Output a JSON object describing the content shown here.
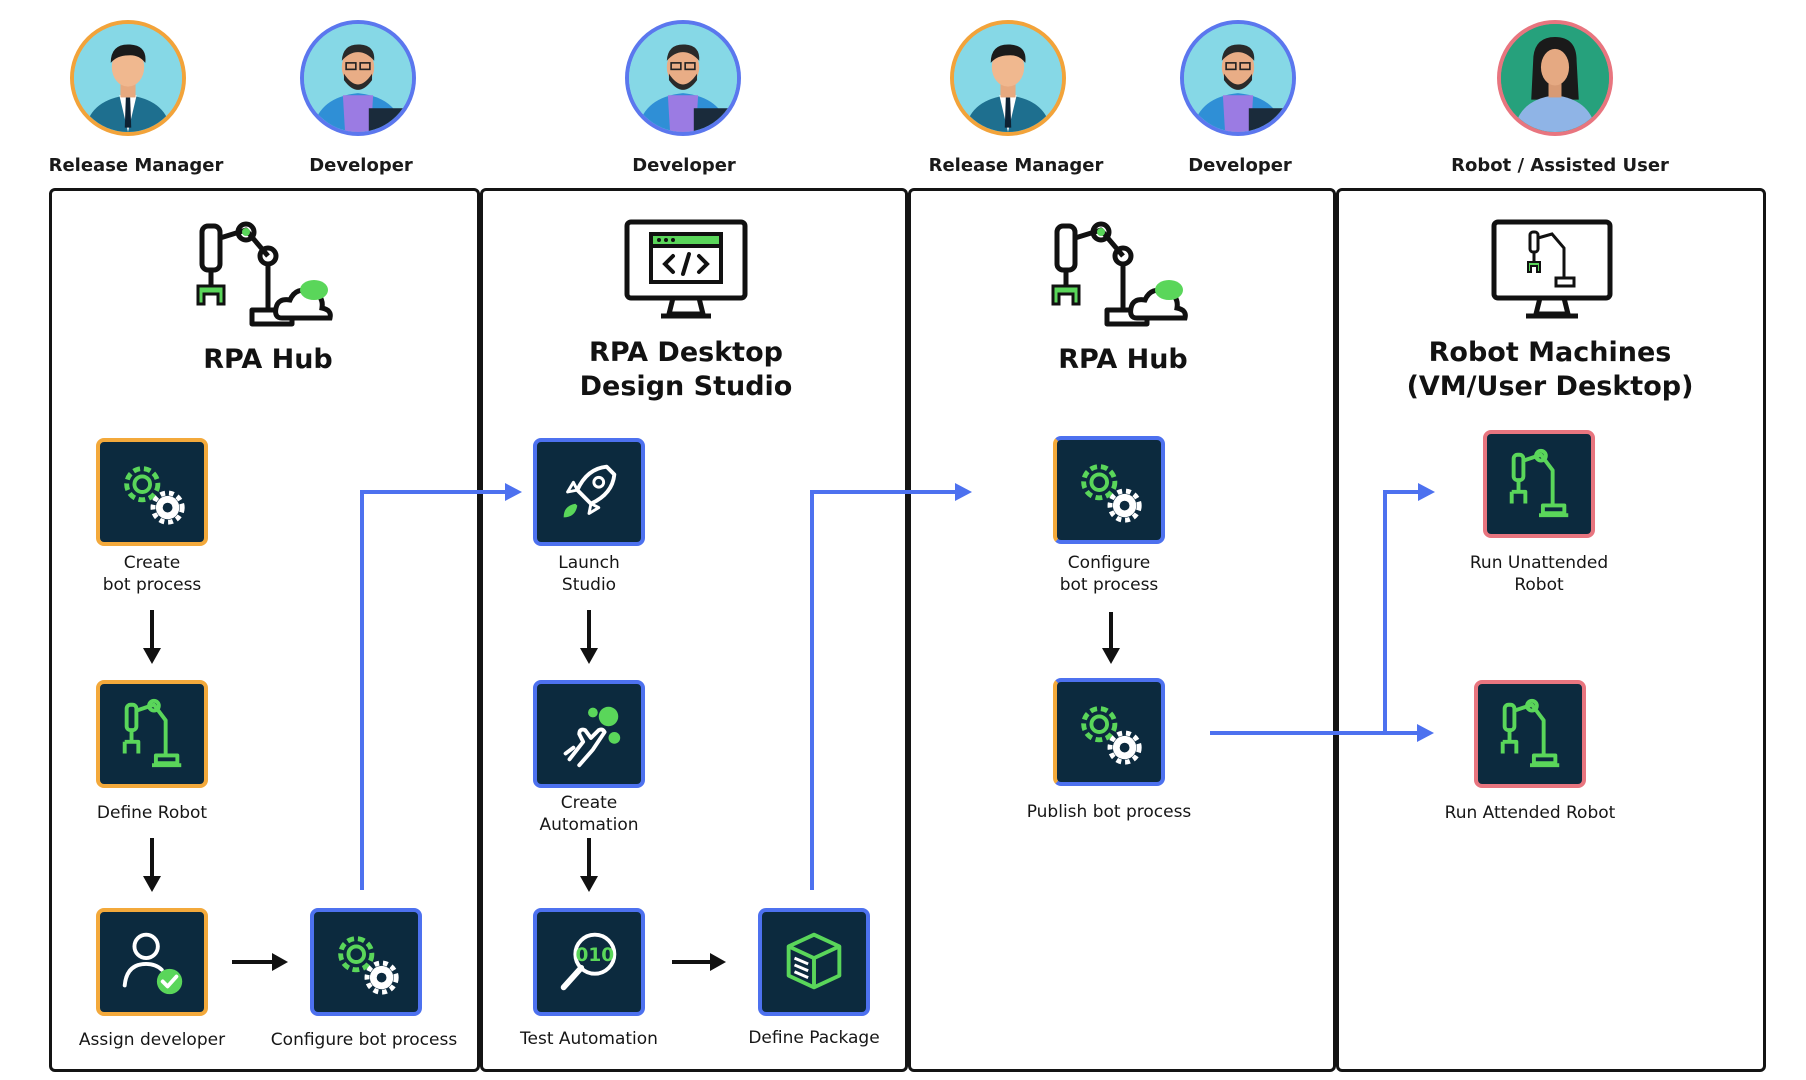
{
  "roles": [
    {
      "id": "release-manager-1",
      "label": "Release Manager",
      "kind": "manager"
    },
    {
      "id": "developer-1",
      "label": "Developer",
      "kind": "developer"
    },
    {
      "id": "developer-2",
      "label": "Developer",
      "kind": "developer"
    },
    {
      "id": "release-manager-2",
      "label": "Release Manager",
      "kind": "manager"
    },
    {
      "id": "developer-3",
      "label": "Developer",
      "kind": "developer"
    },
    {
      "id": "robot-user",
      "label": "Robot / Assisted User",
      "kind": "user"
    }
  ],
  "panels": [
    {
      "title": "RPA Hub",
      "icon": "robot-arm-cloud-icon"
    },
    {
      "title": "RPA Desktop\nDesign Studio",
      "icon": "code-monitor-icon"
    },
    {
      "title": "RPA Hub",
      "icon": "robot-arm-cloud-icon"
    },
    {
      "title": "Robot Machines\n(VM/User Desktop)",
      "icon": "robot-monitor-icon"
    }
  ],
  "steps": {
    "create_bot_process": {
      "label": "Create\nbot process",
      "icon": "gears-icon"
    },
    "define_robot": {
      "label": "Define Robot",
      "icon": "robot-arm-icon"
    },
    "assign_developer": {
      "label": "Assign developer",
      "icon": "user-check-icon"
    },
    "configure_bot_process_1": {
      "label": "Configure bot process",
      "icon": "gears-icon"
    },
    "launch_studio": {
      "label": "Launch\nStudio",
      "icon": "rocket-icon"
    },
    "create_automation": {
      "label": "Create\nAutomation",
      "icon": "touch-icon"
    },
    "test_automation": {
      "label": "Test Automation",
      "icon": "magnifier-binary-icon"
    },
    "define_package": {
      "label": "Define Package",
      "icon": "package-box-icon"
    },
    "configure_bot_process_2": {
      "label": "Configure\nbot process",
      "icon": "gears-icon"
    },
    "publish_bot_process": {
      "label": "Publish bot process",
      "icon": "gears-icon"
    },
    "run_unattended_robot": {
      "label": "Run Unattended\nRobot",
      "icon": "robot-arm-icon"
    },
    "run_attended_robot": {
      "label": "Run Attended Robot",
      "icon": "robot-arm-icon"
    }
  },
  "colors": {
    "manager_accent": "#f3a93b",
    "developer_accent": "#4d71ef",
    "user_accent": "#e8757f",
    "tile_background": "#0c2a3e",
    "icon_green": "#5ad65a",
    "flow_arrow_blue": "#4d71ef",
    "step_arrow_black": "#111111"
  }
}
